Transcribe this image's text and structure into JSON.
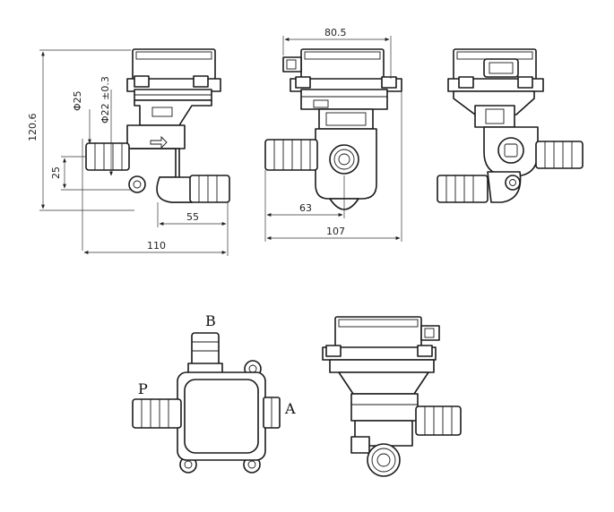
{
  "dimensions": {
    "overall_height": "120.6",
    "outer_diameter": "Φ25",
    "inner_diameter": "Φ22 ±0.3",
    "port_offset": "25",
    "port_span": "55",
    "width_left_view": "110",
    "width_top": "80.5",
    "center_offset": "63",
    "width_front_view": "107"
  },
  "ports": {
    "p": "P",
    "a": "A",
    "b": "B"
  }
}
